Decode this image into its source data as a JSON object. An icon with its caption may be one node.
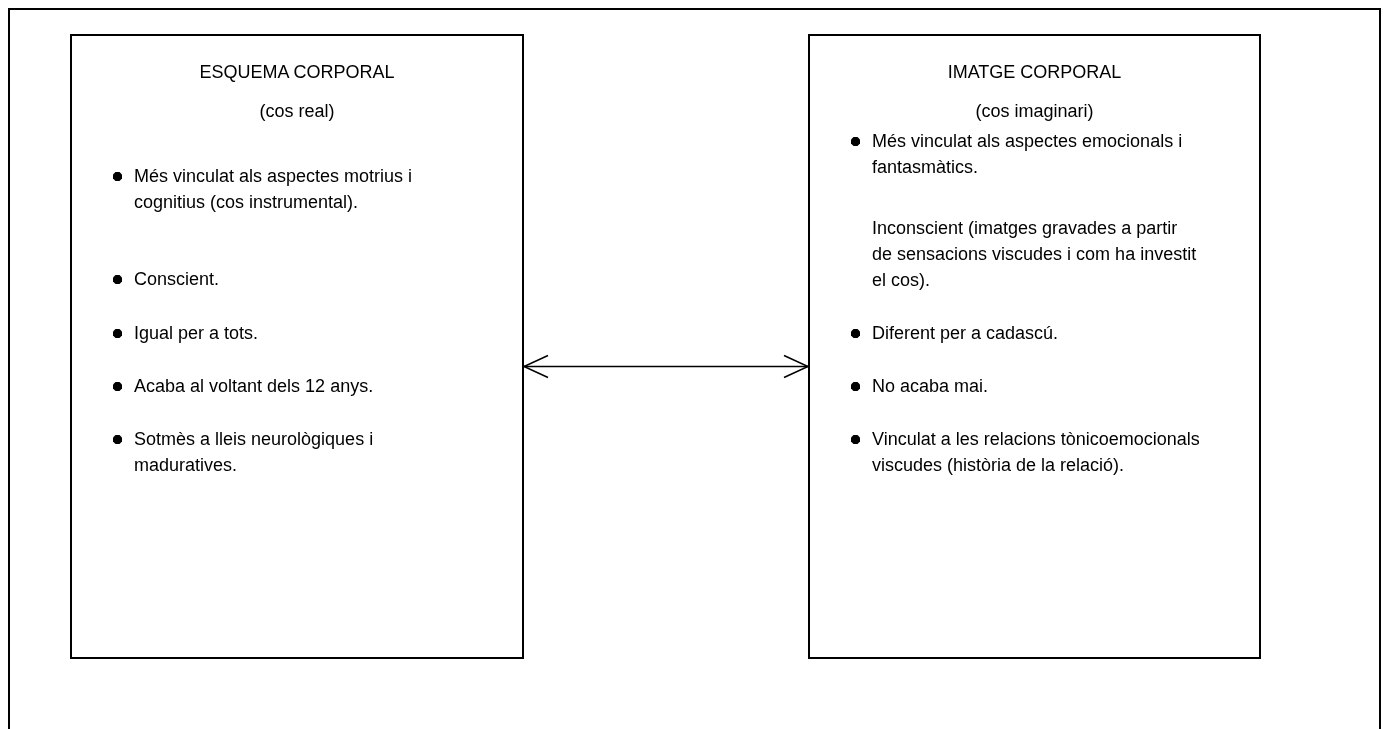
{
  "diagram": {
    "nodes": [
      {
        "text": [],
        "shape": "box"
      },
      {
        "text": [
          "ESQUEMA CORPORAL",
          "(cos real)",
          "Més vinculat als aspectes motrius i cognitius (cos instrumental).",
          "Conscient.",
          "Igual per a tots.",
          "Acaba al voltant dels 12 anys.",
          "Sotmès a lleis neurològiques i maduratives."
        ],
        "in": 0
      },
      {
        "text": [
          "IMATGE CORPORAL",
          "(cos imaginari)",
          "Més vinculat als aspectes emocionals i fantasmàtics.",
          "Inconscient (imatges gravades a partir de sensacions viscudes i com ha investit el cos).",
          "Diferent per a cadascú.",
          "No acaba mai.",
          "Vinculat a les relacions tònicoemocionals viscudes (història de la relació)."
        ],
        "in": 0
      }
    ],
    "edges": [
      {
        "from": 1,
        "to": 2,
        "arrow": "both"
      }
    ]
  }
}
